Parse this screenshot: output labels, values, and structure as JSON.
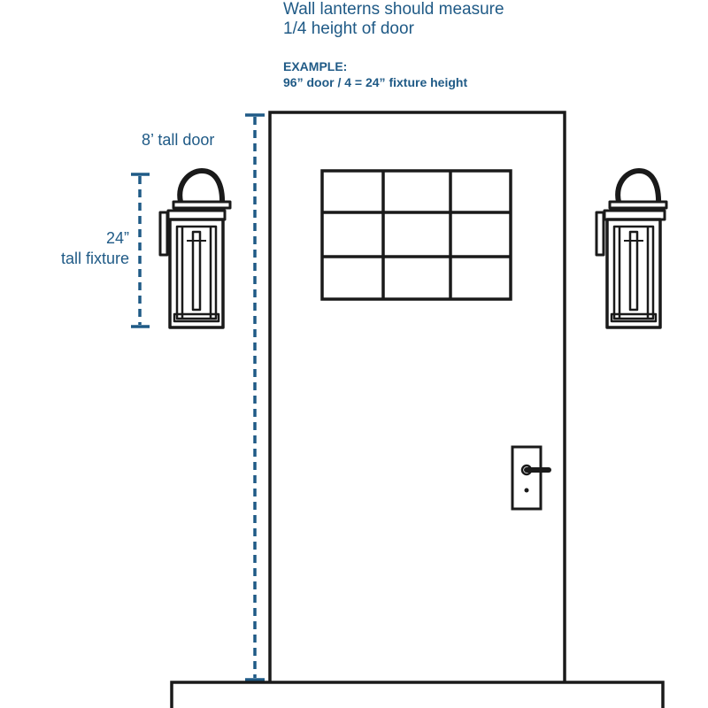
{
  "heading": {
    "line1": "Wall lanterns should measure",
    "line2": "1/4 height of door"
  },
  "example": {
    "label": "EXAMPLE:",
    "formula": "96” door / 4 = 24” fixture height"
  },
  "dimensions": {
    "door_label": "8’ tall door",
    "fixture_label_line1": "24”",
    "fixture_label_line2": "tall fixture"
  },
  "colors": {
    "annotation": "#1f5a86",
    "outline": "#1a1a1a",
    "background": "#ffffff"
  }
}
